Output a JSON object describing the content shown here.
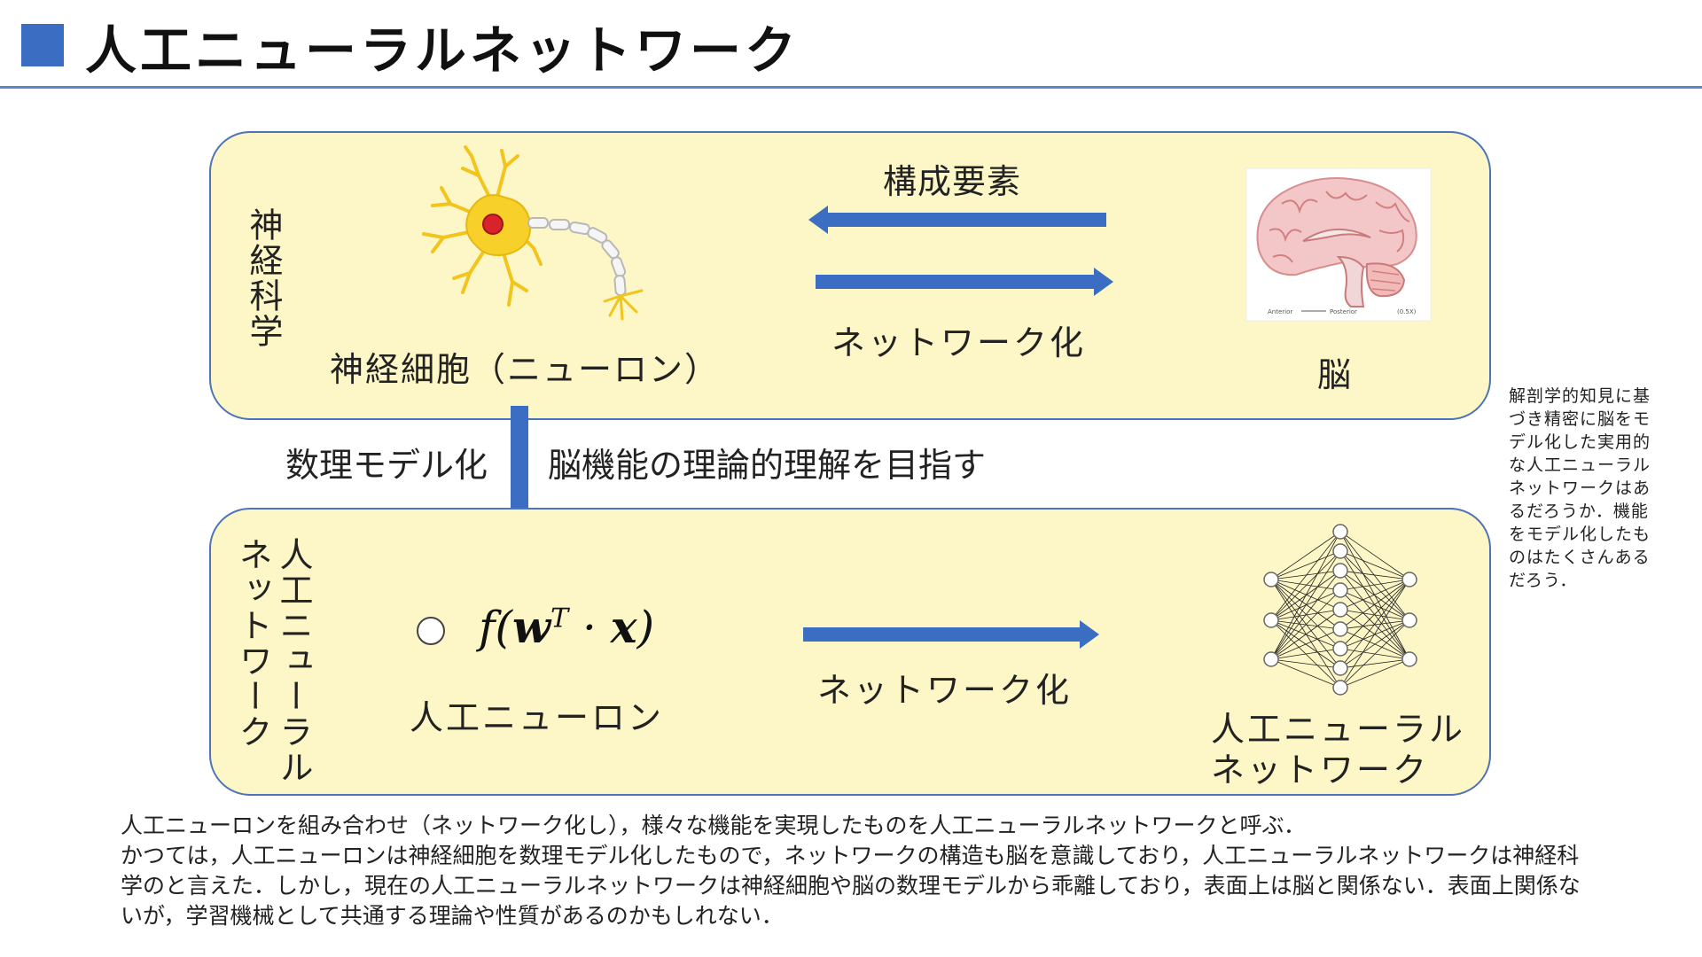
{
  "header": {
    "title": "人工ニューラルネットワーク"
  },
  "top_panel": {
    "section_label": "神経科学",
    "neuron_label": "神経細胞（ニューロン）",
    "brain_label": "脳",
    "components_label": "構成要素",
    "network_label": "ネットワーク化",
    "brain_caption_left": "Anterior",
    "brain_caption_right": "Posterior",
    "brain_caption_scale": "(0.5X)"
  },
  "middle": {
    "math_model_label": "数理モデル化",
    "brain_function_label": "脳機能の理論的理解を目指す"
  },
  "bottom_panel": {
    "section_label_line1": "人工ニューラル",
    "section_label_line2": "ネットワーク",
    "formula_f": "f",
    "formula_w": "w",
    "formula_t": "T",
    "formula_x": "x",
    "artificial_neuron_label": "人工ニューロン",
    "network_label": "ネットワーク化",
    "ann_label": "人工ニューラル\nネットワーク"
  },
  "side_note": "解剖学的知見に基づき精密に脳をモデル化した実用的な人工ニューラルネットワークはあるだろうか．機能をモデル化したものはたくさんあるだろう．",
  "body": {
    "line1": "人工ニューロンを組み合わせ（ネットワーク化し），様々な機能を実現したものを人工ニューラルネットワークと呼ぶ．",
    "line2": "かつては，人工ニューロンは神経細胞を数理モデル化したもので，ネットワークの構造も脳を意識しており，人工ニューラルネットワークは神経科学のと言えた．しかし，現在の人工ニューラルネットワークは神経細胞や脳の数理モデルから乖離しており，表面上は脳と関係ない．表面上関係ないが，学習機械として共通する理論や性質があるのかもしれない．"
  },
  "colors": {
    "accent": "#3b6ec2",
    "panel_fill": "#fdf6c6",
    "panel_border": "#4d73b8",
    "neuron_body": "#f7d02a",
    "nucleus": "#d8232a"
  }
}
